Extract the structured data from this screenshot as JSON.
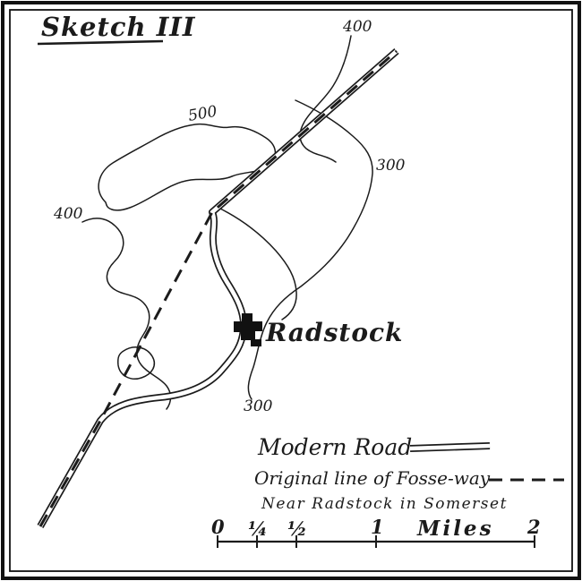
{
  "sheet": {
    "title": "Sketch III"
  },
  "contours": {
    "top_400": "400",
    "upper_500": "500",
    "right_300": "300",
    "left_400": "400",
    "bottom_300": "300"
  },
  "town": {
    "name": "Radstock"
  },
  "legend": {
    "modern_road": "Modern Road",
    "fosse_way": "Original line of Fosse-way",
    "area": "Near Radstock in Somerset"
  },
  "scale": {
    "ticks": [
      "0",
      "¼",
      "½",
      "1",
      "2"
    ],
    "unit": "Miles"
  },
  "colors": {
    "ink": "#1b1b1b",
    "paper": "#ffffff"
  }
}
